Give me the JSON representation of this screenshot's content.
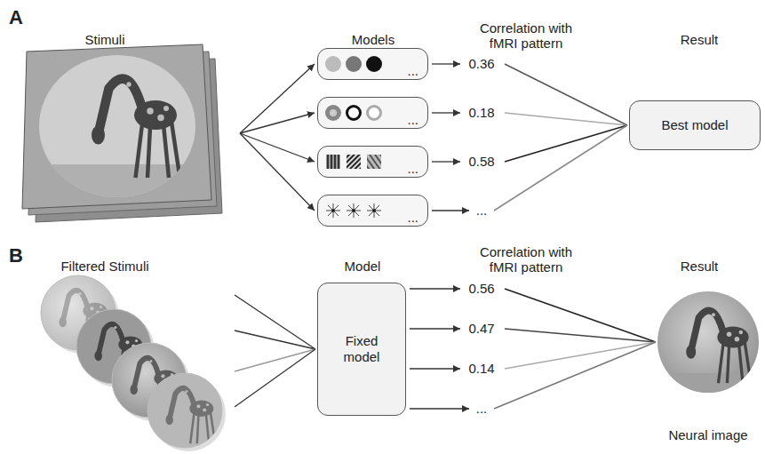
{
  "diagram": {
    "nodes": [
      {
        "text": [
          "..."
        ]
      },
      {
        "text": [
          "..."
        ]
      },
      {
        "text": [
          "..."
        ]
      },
      {
        "text": [
          "..."
        ]
      },
      {
        "text": [
          "Best model"
        ]
      },
      {
        "text": [
          "Fixed model"
        ]
      }
    ],
    "labels": [
      "A",
      "Stimuli",
      "Models",
      "Correlation with fMRI pattern",
      "Result",
      "0.36",
      "0.18",
      "0.58",
      "...",
      "B",
      "Filtered Stimuli",
      "Model",
      "Correlation with fMRI pattern",
      "Result",
      "0.56",
      "0.47",
      "0.14",
      "...",
      "Neural image"
    ]
  }
}
